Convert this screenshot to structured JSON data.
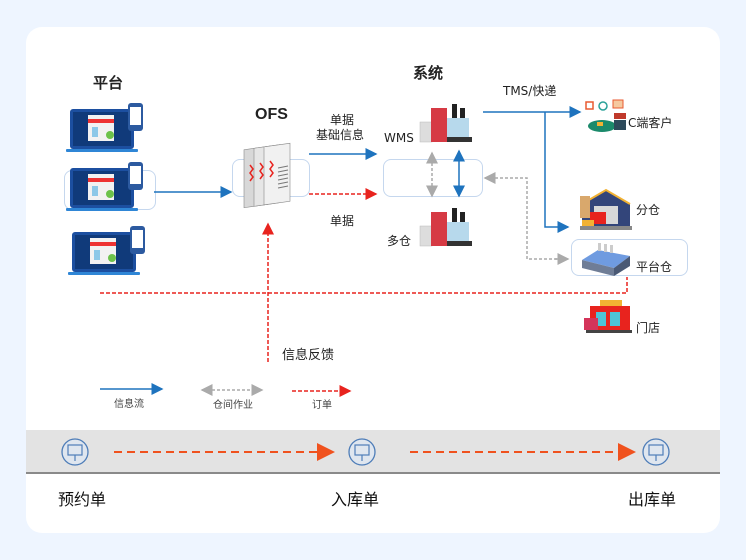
{
  "diagram": {
    "platform": {
      "title": "平台",
      "device_count": 3
    },
    "ofs": {
      "title": "OFS"
    },
    "system": {
      "title": "系统",
      "wms_label": "WMS",
      "multi_warehouse_label": "多仓"
    },
    "edges": {
      "ofs_to_wms_top": "单据",
      "ofs_to_wms_bottom": "基础信息",
      "ofs_to_multi": "单据",
      "feedback": "信息反馈",
      "tms": "TMS/快递"
    },
    "destinations": {
      "c_customer": "C端客户",
      "sub_warehouse": "分仓",
      "platform_warehouse": "平台仓",
      "store": "门店"
    },
    "legend": [
      {
        "label": "信息流",
        "style": "solid",
        "color": "#1e73be"
      },
      {
        "label": "仓间作业",
        "style": "dashed-bidirectional",
        "color": "#aaaaaa"
      },
      {
        "label": "订单",
        "style": "dashed",
        "color": "#e8231e"
      }
    ],
    "timeline": {
      "steps": [
        "预约单",
        "入库单",
        "出库单"
      ],
      "arrow_color": "#f0521e"
    },
    "colors": {
      "info_flow": "#1e73be",
      "order": "#e8231e",
      "warehouse_op": "#aaaaaa"
    }
  }
}
